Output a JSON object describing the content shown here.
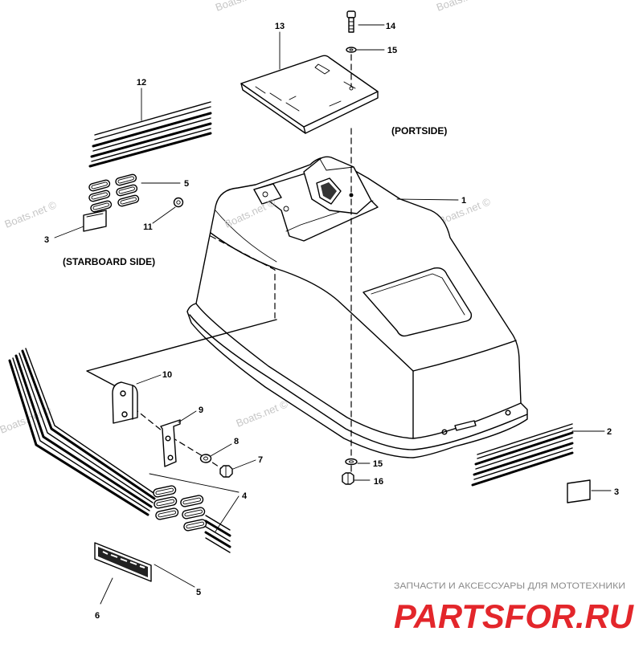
{
  "diagram": {
    "callouts": [
      "13",
      "14",
      "15",
      "12",
      "5",
      "1",
      "11",
      "3",
      "10",
      "9",
      "2",
      "8",
      "7",
      "15",
      "16",
      "3",
      "4",
      "5",
      "6"
    ],
    "side_labels": {
      "portside": "(PORTSIDE)",
      "starboard": "(STARBOARD SIDE)"
    }
  },
  "watermark": "Boats.net ©",
  "branding": {
    "tagline": "ЗАПЧАСТИ И АКСЕССУАРЫ ДЛЯ МОТОТЕХНИКИ",
    "logo": "PARTSFOR.RU"
  },
  "colors": {
    "line": "#000000",
    "background": "#ffffff",
    "logo": "#e3262b",
    "tagline": "#8a8a8a",
    "watermark": "#c6c6c6"
  }
}
